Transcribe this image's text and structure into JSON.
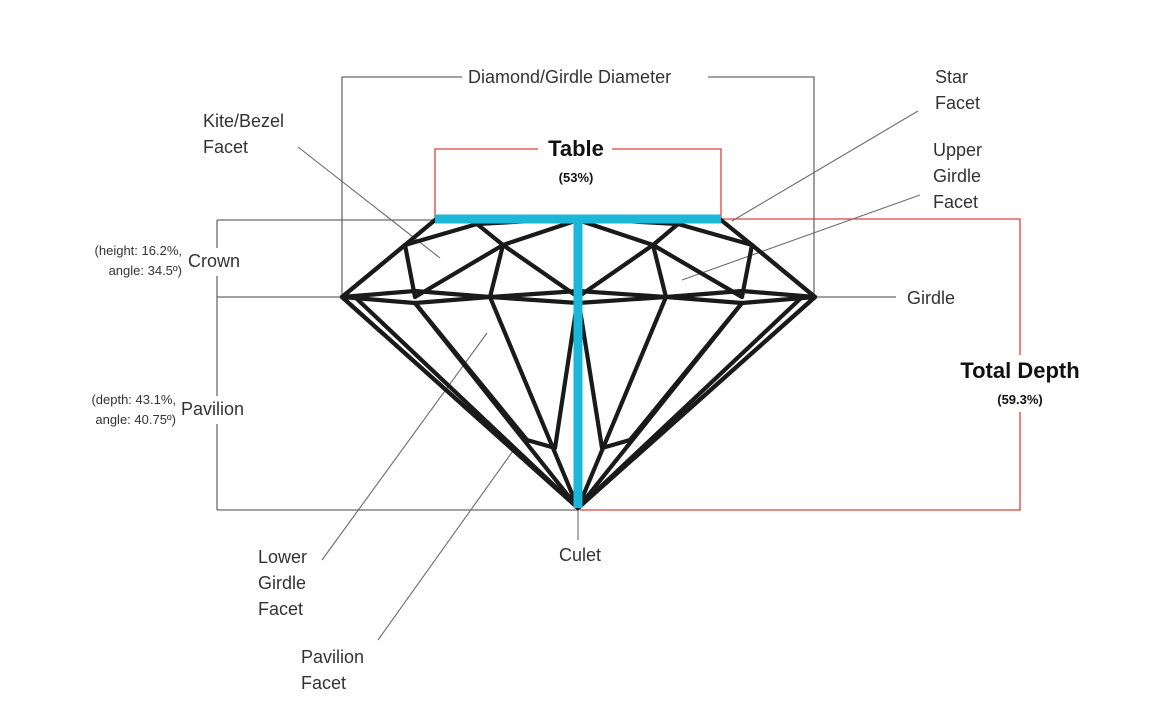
{
  "colors": {
    "outline": "#1a1a1a",
    "guide": "#6b6b6b",
    "depth": "#e04040",
    "axis": "#1ab8d8"
  },
  "labels": {
    "diameter": "Diamond/Girdle Diameter",
    "table_title": "Table",
    "table_pct": "(53%)",
    "kite": "Kite/Bezel\nFacet",
    "star": "Star\nFacet",
    "upper_girdle": "Upper\nGirdle\nFacet",
    "crown_detail": "(height: 16.2%,\nangle: 34.5º)",
    "crown": "Crown",
    "girdle": "Girdle",
    "pavilion_detail": "(depth: 43.1%,\nangle: 40.75º)",
    "pavilion": "Pavilion",
    "total_depth": "Total Depth",
    "total_depth_pct": "(59.3%)",
    "lower_girdle": "Lower\nGirdle\nFacet",
    "culet": "Culet",
    "pavilion_facet": "Pavilion\nFacet"
  }
}
